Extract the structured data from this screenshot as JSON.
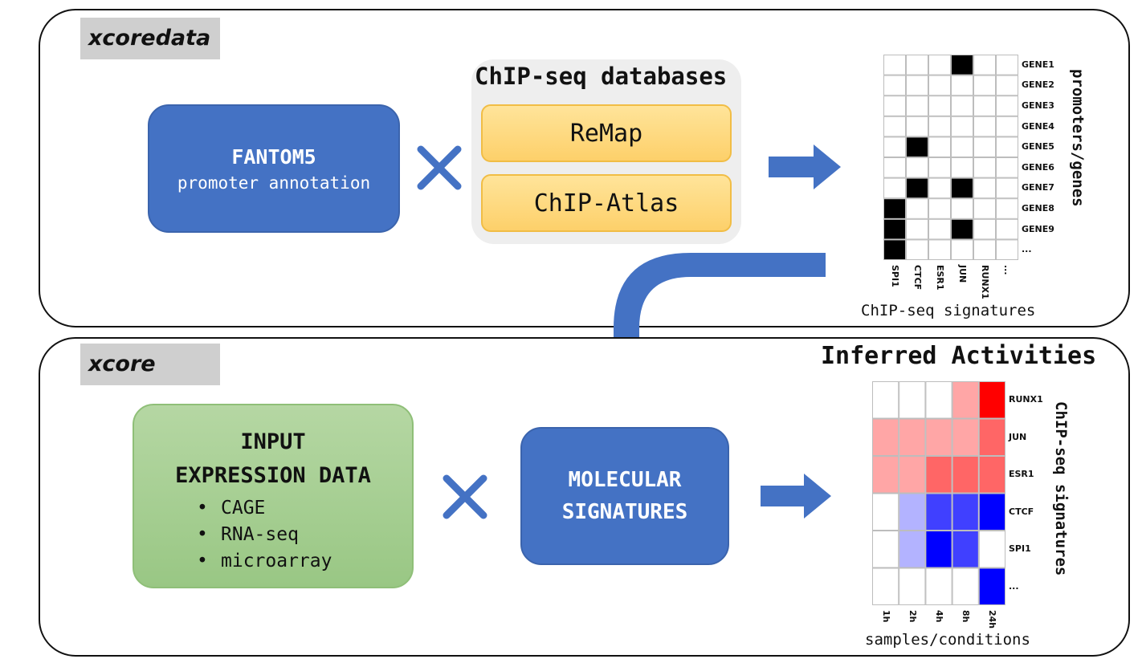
{
  "top_panel": {
    "tag": "xcoredata",
    "fantom": {
      "title": "FANTOM5",
      "subtitle": "promoter annotation"
    },
    "databases": {
      "title": "ChIP-seq databases",
      "items": [
        "ReMap",
        "ChIP-Atlas"
      ]
    },
    "matrix": {
      "rows": [
        "GENE1",
        "GENE2",
        "GENE3",
        "GENE4",
        "GENE5",
        "GENE6",
        "GENE7",
        "GENE8",
        "GENE9",
        "..."
      ],
      "cols": [
        "SPI1",
        "CTCF",
        "ESR1",
        "JUN",
        "RUNX1",
        "..."
      ],
      "filled": [
        [
          0,
          3
        ],
        [
          4,
          1
        ],
        [
          6,
          1
        ],
        [
          6,
          3
        ],
        [
          7,
          0
        ],
        [
          8,
          0
        ],
        [
          8,
          3
        ],
        [
          9,
          0
        ]
      ],
      "row_axis_title": "promoters/genes",
      "col_axis_title": "ChIP-seq signatures"
    }
  },
  "bottom_panel": {
    "tag": "xcore",
    "input": {
      "title_line1": "INPUT",
      "title_line2": "EXPRESSION DATA",
      "items": [
        "CAGE",
        "RNA-seq",
        "microarray"
      ]
    },
    "signatures": {
      "line1": "MOLECULAR",
      "line2": "SIGNATURES"
    },
    "heatmap": {
      "title": "Inferred Activities",
      "rows": [
        "RUNX1",
        "JUN",
        "ESR1",
        "CTCF",
        "SPI1",
        "..."
      ],
      "cols": [
        "1h",
        "2h",
        "4h",
        "8h",
        "24h"
      ],
      "values": [
        [
          0,
          0,
          0,
          0.35,
          1
        ],
        [
          0.35,
          0.35,
          0.35,
          0.35,
          0.6
        ],
        [
          0.35,
          0.35,
          0.6,
          0.6,
          0.6
        ],
        [
          0,
          -0.3,
          -0.75,
          -0.75,
          -1
        ],
        [
          0,
          -0.3,
          -1,
          -0.75,
          0
        ],
        [
          0,
          0,
          0,
          0,
          -1
        ]
      ],
      "row_axis_title": "ChIP-seq signatures",
      "col_axis_title": "samples/conditions"
    }
  },
  "colors": {
    "blue_box": "#4472c4",
    "arrow": "#4472c4",
    "heat_pos": "#ff0000",
    "heat_neg": "#0000ff"
  }
}
